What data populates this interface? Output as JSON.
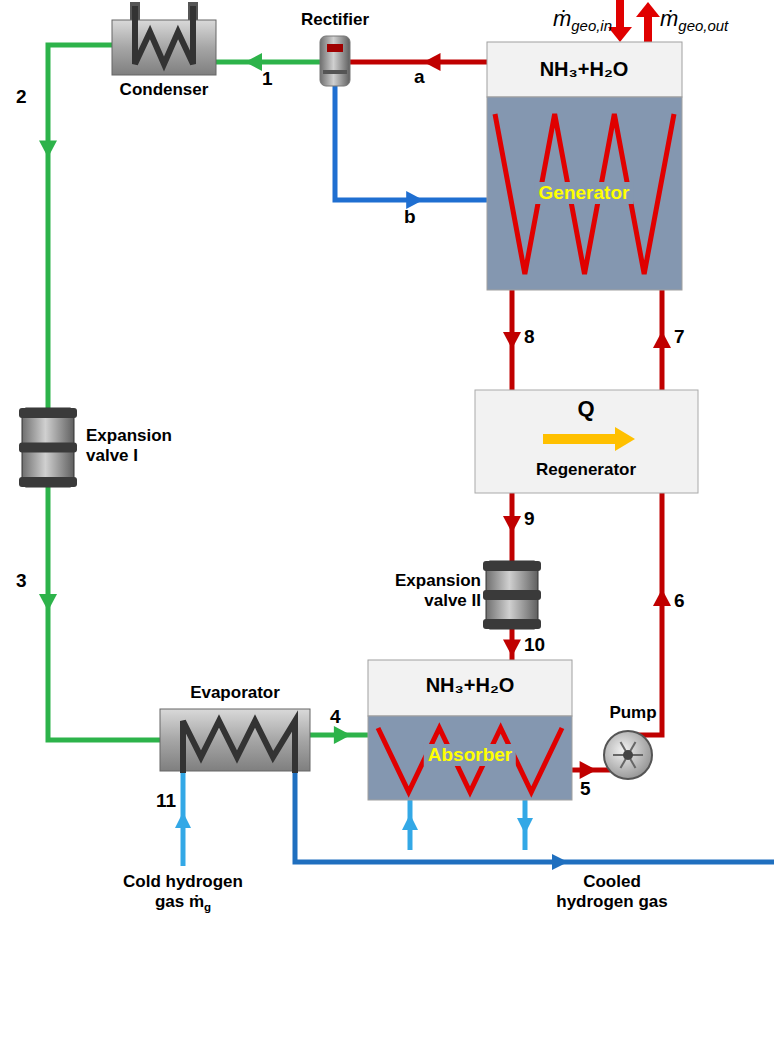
{
  "diagram": {
    "nodes": [
      {
        "text": [
          "Condenser"
        ]
      },
      {
        "text": [
          "Rectifier"
        ]
      },
      {
        "text": [
          "NH₃+H₂O",
          "Generator"
        ]
      },
      {
        "text": [
          "Expansion valve I"
        ]
      },
      {
        "text": [
          "Q",
          "Regenerator"
        ]
      },
      {
        "text": [
          "Expansion valve II"
        ]
      },
      {
        "text": [
          "Evaporator"
        ]
      },
      {
        "text": [
          "NH₃+H₂O",
          "Absorber"
        ]
      },
      {
        "text": [
          "Pump"
        ]
      }
    ],
    "edges": [
      {
        "from": 2,
        "to": 1,
        "label": "a",
        "arrow": "to"
      },
      {
        "from": 1,
        "to": 2,
        "label": "b",
        "arrow": "to"
      },
      {
        "from": 1,
        "to": 0,
        "label": "1",
        "arrow": "to"
      },
      {
        "from": 0,
        "to": 3,
        "label": "2",
        "arrow": "to"
      },
      {
        "from": 3,
        "to": 6,
        "label": "3",
        "arrow": "to"
      },
      {
        "from": 6,
        "to": 7,
        "label": "4",
        "arrow": "to"
      },
      {
        "from": 7,
        "to": 8,
        "label": "5",
        "arrow": "to"
      },
      {
        "from": 8,
        "to": 4,
        "label": "6",
        "arrow": "to"
      },
      {
        "from": 4,
        "to": 2,
        "label": "7",
        "arrow": "to"
      },
      {
        "from": 2,
        "to": 4,
        "label": "8",
        "arrow": "to"
      },
      {
        "from": 4,
        "to": 5,
        "label": "9",
        "arrow": "to"
      },
      {
        "from": 5,
        "to": 7,
        "label": "10",
        "arrow": "to"
      }
    ],
    "labels": [
      "ṁgeo,in",
      "ṁgeo,out",
      "11",
      "Cold hydrogen gas ṁg",
      "Cooled hydrogen gas"
    ]
  }
}
